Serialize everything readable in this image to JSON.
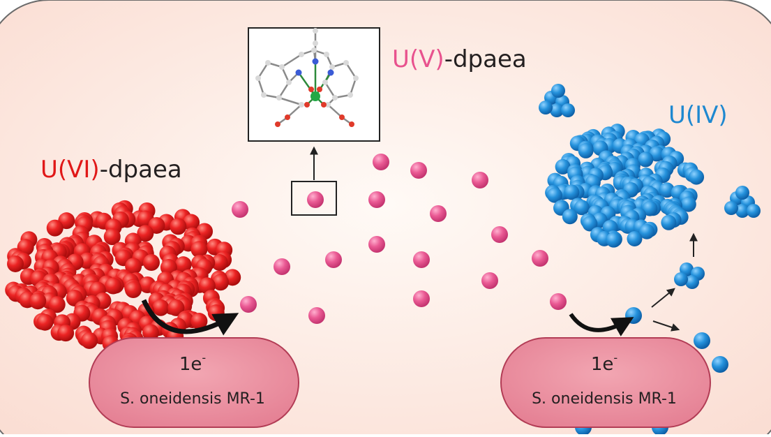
{
  "labels": {
    "u6_species": "U(VI)",
    "u6_suffix": "-dpaea",
    "u5_species": "U(V)",
    "u5_suffix": "-dpaea",
    "u4_species": "U(IV)"
  },
  "bacteria": [
    {
      "electron": "1e",
      "superscript": "-",
      "organism": "S. oneidensis MR-1"
    },
    {
      "electron": "1e",
      "superscript": "-",
      "organism": "S. oneidensis MR-1"
    }
  ],
  "colors": {
    "background_center": "#fffaf6",
    "background_edge": "#fbe0d6",
    "u6_red": "#e01818",
    "u5_pink": "#e8528e",
    "u4_blue": "#1e88d0",
    "bacterium_fill": "#ea8fa0",
    "bacterium_stroke": "#b83a52",
    "text_dark": "#231f20"
  },
  "icons": [
    "molecular-structure-icon",
    "reaction-arrow-icon",
    "arrow-up-icon"
  ]
}
